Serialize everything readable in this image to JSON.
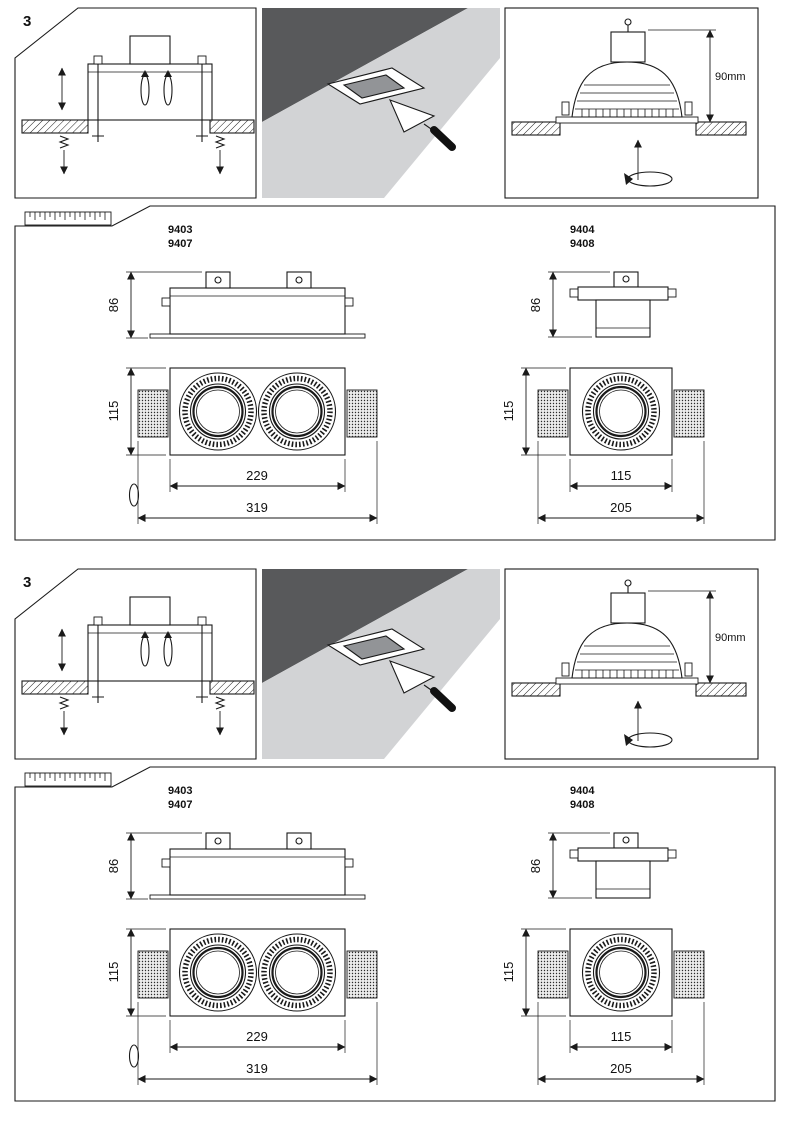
{
  "sheet": {
    "step_number": "3",
    "install_note": "90mm",
    "left": {
      "code1": "9403",
      "code2": "9407",
      "height": "86",
      "face": "115",
      "cutout": "229",
      "overall": "319"
    },
    "right": {
      "code1": "9404",
      "code2": "9408",
      "height": "86",
      "face": "115",
      "cutout": "115",
      "overall": "205"
    },
    "colors": {
      "dark": "#58595b",
      "light": "#d2d3d5",
      "hole": "#929497"
    }
  }
}
